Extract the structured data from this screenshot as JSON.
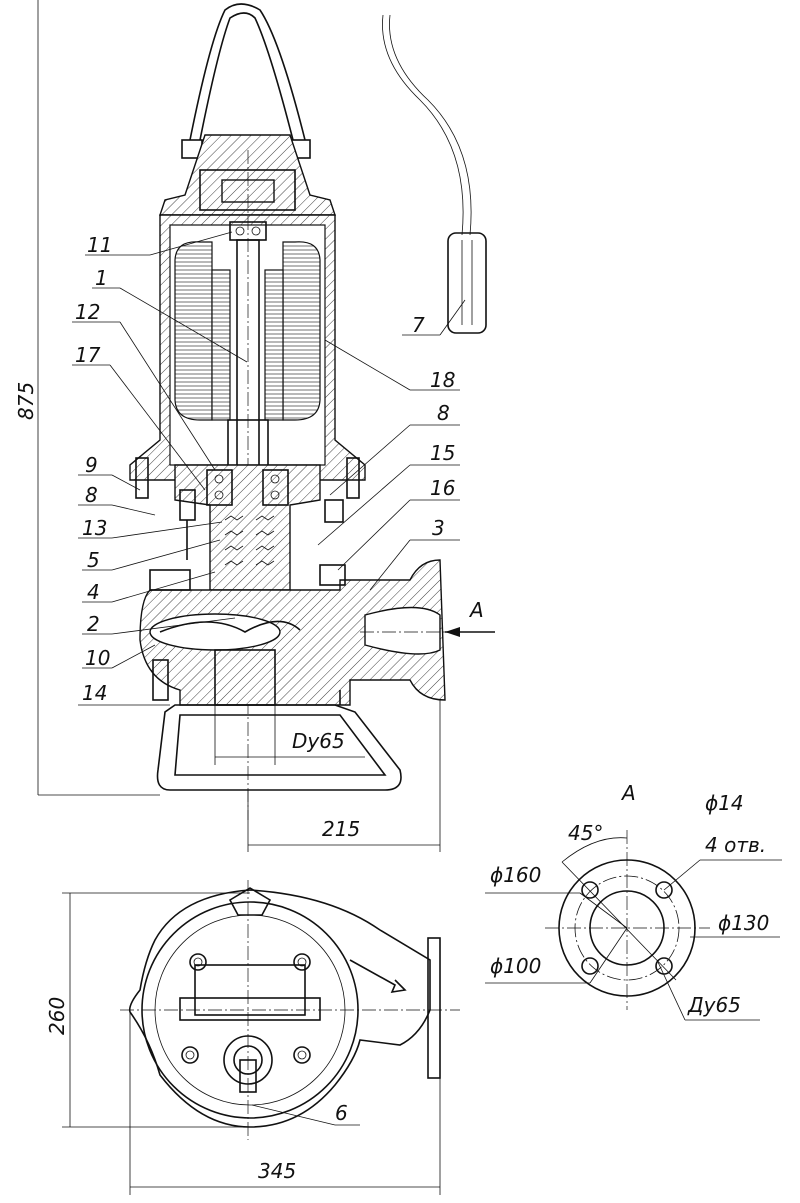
{
  "callouts": [
    "11",
    "1",
    "12",
    "17",
    "9",
    "8",
    "13",
    "5",
    "4",
    "2",
    "10",
    "14",
    "7",
    "18",
    "8",
    "15",
    "16",
    "3",
    "6"
  ],
  "dimensions": {
    "height": "875",
    "outlet_offset": "215",
    "outlet_size_top": "Dy65",
    "base_width": "345",
    "base_height": "260"
  },
  "view_a": {
    "label": "A",
    "section_label": "A",
    "angle": "45°",
    "bolt_hole": "ϕ14",
    "holes": "4 отв.",
    "d_outer": "ϕ160",
    "d_bolt_circle": "ϕ130",
    "d_inner": "ϕ100",
    "dn": "Ду65"
  }
}
